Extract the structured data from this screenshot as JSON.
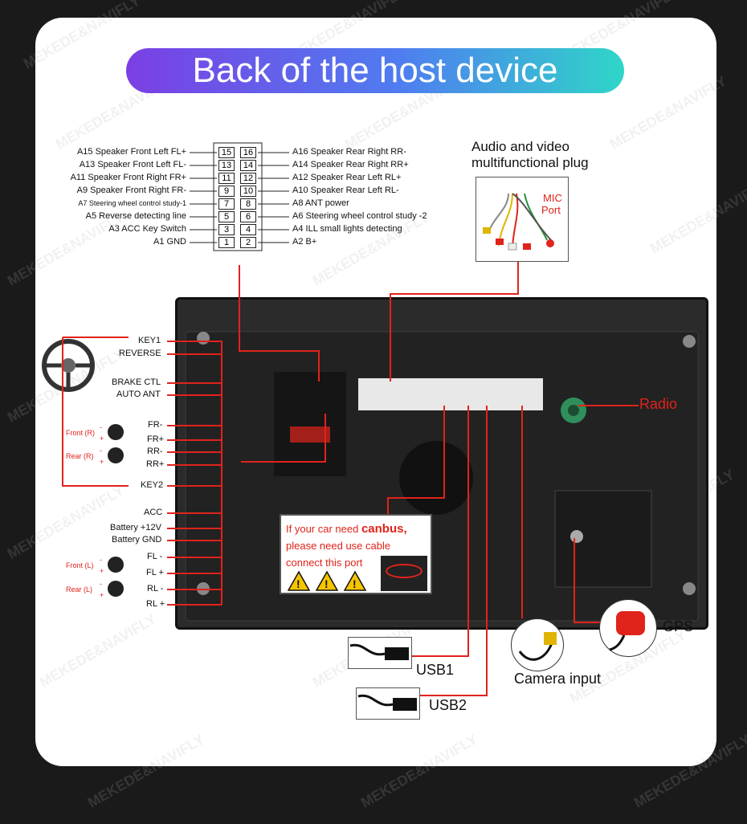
{
  "title": "Back of the host device",
  "watermark": "MEKEDE&NAVIFLY",
  "harness_left": [
    {
      "code": "A15",
      "label": "Speaker Front Left FL+"
    },
    {
      "code": "A13",
      "label": "Speaker Front Left FL-"
    },
    {
      "code": "A11",
      "label": "Speaker Front Right FR+"
    },
    {
      "code": "A9",
      "label": "Speaker Front Right FR-"
    },
    {
      "code": "A7",
      "label": "Steering wheel control study-1"
    },
    {
      "code": "A5",
      "label": "Reverse detecting line"
    },
    {
      "code": "A3",
      "label": "ACC Key Switch"
    },
    {
      "code": "A1",
      "label": "GND"
    }
  ],
  "harness_right": [
    {
      "code": "A16",
      "label": "Speaker Rear Right RR-"
    },
    {
      "code": "A14",
      "label": "Speaker Rear Right RR+"
    },
    {
      "code": "A12",
      "label": "Speaker Rear Left RL+"
    },
    {
      "code": "A10",
      "label": "Speaker Rear Left RL-"
    },
    {
      "code": "A8",
      "label": "ANT power"
    },
    {
      "code": "A6",
      "label": "Steering wheel control study -2"
    },
    {
      "code": "A4",
      "label": "ILL small lights detecting"
    },
    {
      "code": "A2",
      "label": "B+"
    }
  ],
  "pins_left": [
    "15",
    "13",
    "11",
    "9",
    "7",
    "5",
    "3",
    "1"
  ],
  "pins_right": [
    "16",
    "14",
    "12",
    "10",
    "8",
    "6",
    "4",
    "2"
  ],
  "av_plug_label_1": "Audio and video",
  "av_plug_label_2": "multifunctional plug",
  "mic_label_1": "MIC",
  "mic_label_2": "Port",
  "left_wires": {
    "key1": "KEY1",
    "reverse": "REVERSE",
    "brake": "BRAKE CTL",
    "auto_ant": "AUTO ANT",
    "fr_minus": "FR-",
    "fr_plus": "FR+",
    "rr_minus": "RR-",
    "rr_plus": "RR+",
    "key2": "KEY2",
    "acc": "ACC",
    "battery12": "Battery +12V",
    "battery_gnd": "Battery GND",
    "fl_minus": "FL -",
    "fl_plus": "FL +",
    "rl_minus": "RL -",
    "rl_plus": "RL +"
  },
  "speaker_labels": {
    "front_r": "Front (R)",
    "rear_r": "Rear (R)",
    "front_l": "Front (L)",
    "rear_l": "Rear (L)",
    "minus": "-",
    "plus": "+"
  },
  "radio_label": "Radio",
  "canbus": {
    "line1_prefix": "If your car need ",
    "line1_bold": "canbus,",
    "line2": "please need use cable",
    "line3": "connect this port"
  },
  "usb1": "USB1",
  "usb2": "USB2",
  "camera": "Camera input",
  "gps": "GPS"
}
